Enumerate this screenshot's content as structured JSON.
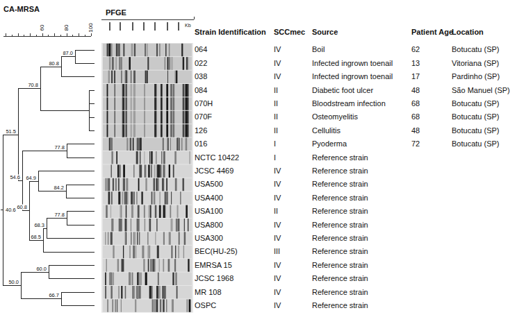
{
  "diagram": {
    "title": "CA-MRSA",
    "labels": [
      "PFGE",
      "Kb",
      "60",
      "80",
      "100",
      "87.0",
      "80.8",
      "70.8",
      "51.5",
      "77.8",
      "54.6",
      "84.2",
      "64.9",
      "60.8",
      "77.8",
      "68.3",
      "68.5",
      "40.6",
      "60.0",
      "50.0",
      "66.7",
      "Strain Identification",
      "SCCmec",
      "Source",
      "Patient Age",
      "Location",
      "064",
      "IV",
      "Boil",
      "62",
      "Botucatu (SP)",
      "022",
      "IV",
      "Infected ingrown toenail",
      "13",
      "Vitoriana (SP)",
      "038",
      "IV",
      "Infected ingrown toenail",
      "17",
      "Pardinho (SP)",
      "084",
      "II",
      "Diabetic foot ulcer",
      "48",
      "São Manuel (SP)",
      "070H",
      "II",
      "Bloodstream infection",
      "68",
      "Botucatu (SP)",
      "070F",
      "II",
      "Osteomyelitis",
      "68",
      "Botucatu (SP)",
      "126",
      "II",
      "Cellulitis",
      "48",
      "Botucatu (SP)",
      "016",
      "I",
      "Pyoderma",
      "72",
      "Botucatu (SP)",
      "NCTC 10422",
      "I",
      "Reference strain",
      "JCSC 4469",
      "IV",
      "Reference strain",
      "USA500",
      "IV",
      "Reference strain",
      "USA400",
      "IV",
      "Reference strain",
      "USA100",
      "II",
      "Reference strain",
      "USA800",
      "IV",
      "Reference strain",
      "USA300",
      "IV",
      "Reference strain",
      "BEC(HU-25)",
      "III",
      "Reference strain",
      "EMRSA 15",
      "IV",
      "Reference strain",
      "JCSC 1968",
      "IV",
      "Reference strain",
      "MR 108",
      "IV",
      "Reference strain",
      "OSPC",
      "IV",
      "Reference strain"
    ]
  }
}
